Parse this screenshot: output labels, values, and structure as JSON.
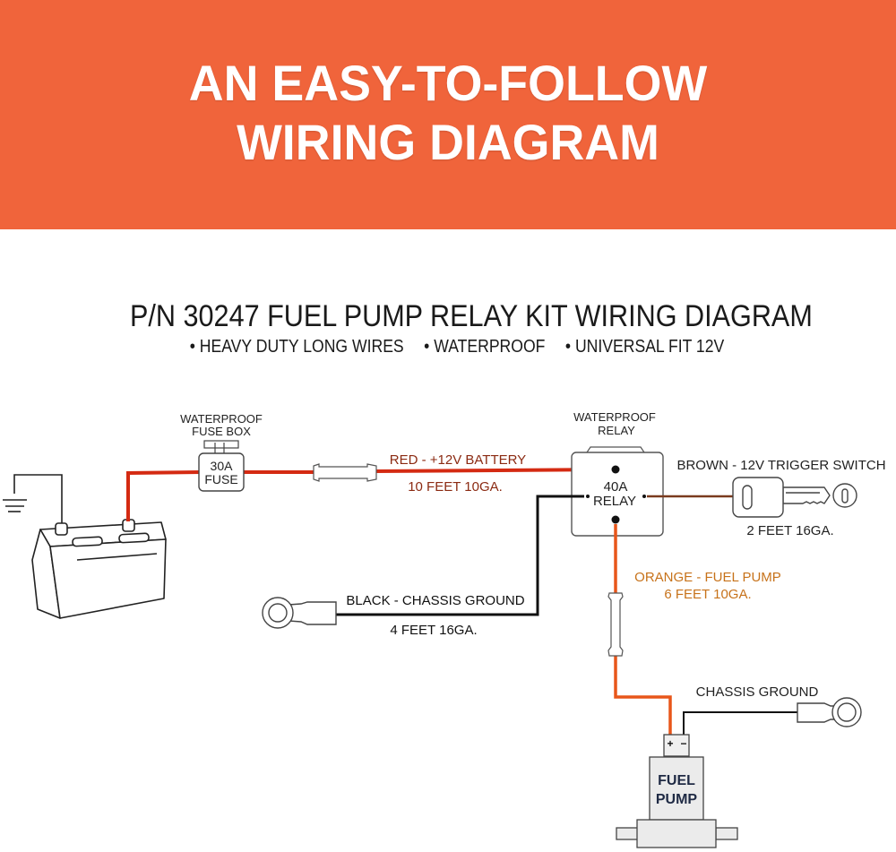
{
  "banner": {
    "line1": "AN EASY-TO-FOLLOW",
    "line2": "WIRING DIAGRAM",
    "background_color": "#f0643b"
  },
  "header": {
    "title": "P/N 30247 FUEL PUMP RELAY KIT WIRING DIAGRAM",
    "bullets": [
      "• HEAVY DUTY LONG WIRES",
      "• WATERPROOF",
      "• UNIVERSAL FIT 12V"
    ]
  },
  "components": {
    "fuse_box": {
      "label_line1": "WATERPROOF",
      "label_line2": "FUSE BOX",
      "rating": "30A",
      "name": "FUSE"
    },
    "relay": {
      "label_line1": "WATERPROOF",
      "label_line2": "RELAY",
      "rating": "40A",
      "name": "RELAY"
    },
    "fuel_pump": {
      "line1": "FUEL",
      "line2": "PUMP",
      "plus": "+",
      "minus": "−"
    },
    "battery": {
      "icon": "battery-icon"
    },
    "key_switch": {
      "icon": "ignition-key-icon"
    },
    "ground": {
      "icon": "ground-symbol-icon"
    }
  },
  "wires": {
    "red": {
      "label": "RED - +12V BATTERY",
      "spec": "10 FEET 10GA.",
      "color": "#d42a12",
      "text_color": "#8b2a12"
    },
    "brown": {
      "label": "BROWN - 12V TRIGGER SWITCH",
      "spec": "2 FEET 16GA.",
      "color": "#7a3b1f"
    },
    "black": {
      "label": "BLACK - CHASSIS GROUND",
      "spec": "4 FEET 16GA.",
      "color": "#111111"
    },
    "orange": {
      "label": "ORANGE - FUEL PUMP",
      "spec": "6 FEET 10GA.",
      "color": "#e8561a",
      "text_color": "#c7721a"
    },
    "pump_ground": {
      "label": "CHASSIS GROUND",
      "color": "#111111"
    }
  }
}
